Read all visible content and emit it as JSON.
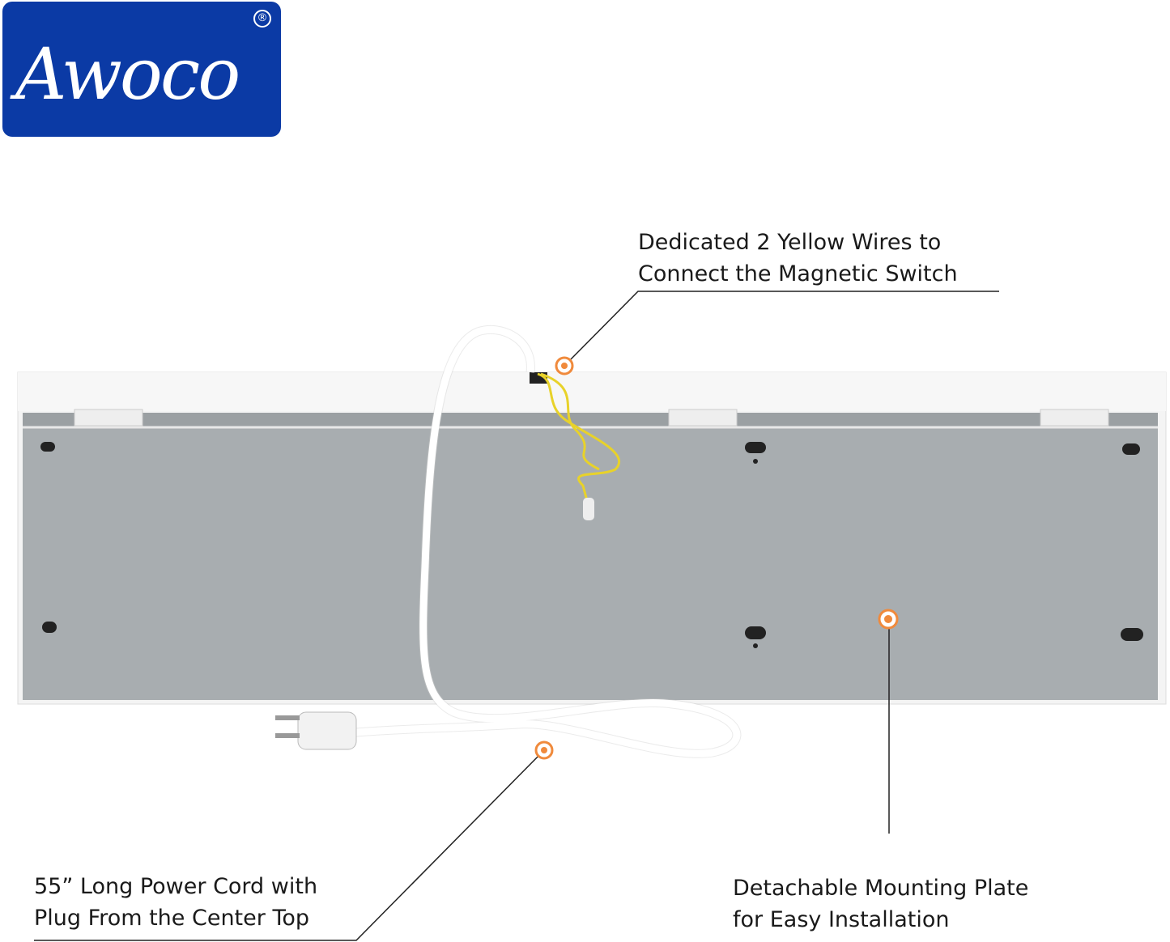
{
  "brand": {
    "name": "Awoco",
    "registered": "®",
    "color": "#0b3aa5"
  },
  "callouts": [
    {
      "line1": "Dedicated 2 Yellow Wires to",
      "line2": "Connect the Magnetic Switch"
    },
    {
      "line1": "55” Long Power Cord with",
      "line2": "Plug From the Center Top"
    },
    {
      "line1": "Detachable Mounting Plate",
      "line2": "for Easy Installation"
    }
  ],
  "accent": "#f08a3c"
}
